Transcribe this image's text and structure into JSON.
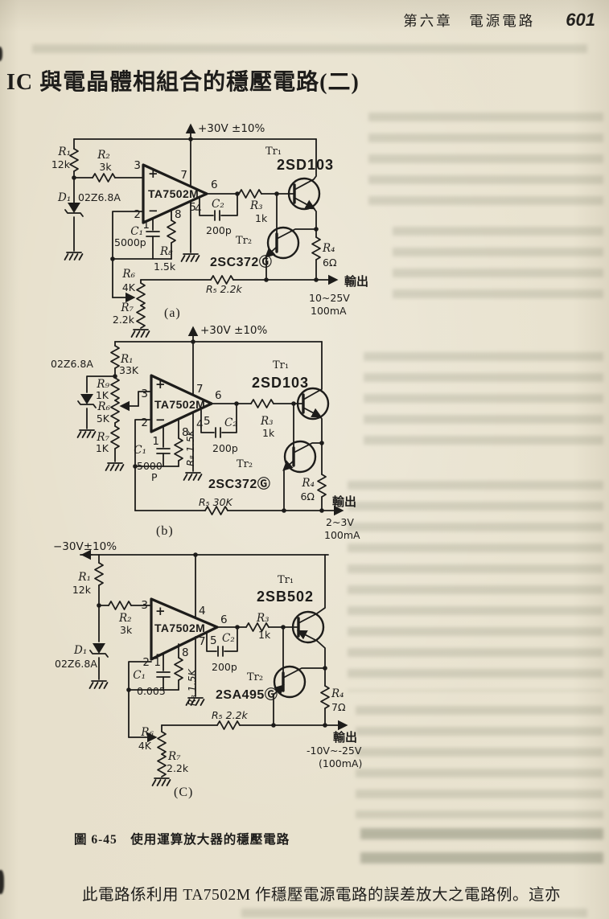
{
  "page": {
    "header_chapter": "第六章　電源電路",
    "header_page": "601",
    "title": "IC 與電晶體相組合的穩壓電路(二)",
    "caption": "圖 6-45　使用運算放大器的穩壓電路",
    "body": "此電路係利用 TA7502M 作穩壓電源電路的誤差放大之電路例。這亦"
  },
  "shared": {
    "opamp": "TA7502M",
    "plus": "+",
    "minus": "−"
  },
  "pins": {
    "p1": "1",
    "p2": "2",
    "p3": "3",
    "p4": "4",
    "p5": "5",
    "p6": "6",
    "p7": "7",
    "p8": "8"
  },
  "a": {
    "supply": "+30V ±10%",
    "tag": "(a)",
    "r1": "R₁",
    "r1v": "12k",
    "r2": "R₂",
    "r2v": "3k",
    "r3": "R₃",
    "r3v": "1k",
    "r4": "R₄",
    "r4v": "6Ω",
    "r5": "R₅ 2.2k",
    "r6": "R₆",
    "r6v": "4K",
    "r7": "R₇",
    "r7v": "2.2k",
    "r8": "R₈",
    "r8v": "1.5k",
    "c1": "C₁",
    "c1v": "5000p",
    "c2": "C₂",
    "c2v": "200p",
    "d1": "D₁",
    "d1v": "02Z6.8A",
    "tr1": "Tr₁",
    "tr1t": "2SD103",
    "tr2": "Tr₂",
    "tr2t": "2SC372Ⓖ",
    "out": "輸出",
    "outv": "10~25V",
    "outc": "100mA"
  },
  "b": {
    "supply": "+30V ±10%",
    "tag": "(b)",
    "zener": "02Z6.8A",
    "r1": "R₁",
    "r1v": "33K",
    "r9": "R₉",
    "r9v": "1K",
    "r6": "R₆",
    "r6v": "5K",
    "r7": "R₇",
    "r7v": "1K",
    "r3": "R₃",
    "r3v": "1k",
    "r4": "R₄",
    "r4v": "6Ω",
    "r5": "R₅ 30K",
    "r8": "R₈ 1.5K",
    "c1": "C₁",
    "c1v": "5000",
    "c1u": "P",
    "c2": "C₂",
    "c2v": "200p",
    "tr1": "Tr₁",
    "tr1t": "2SD103",
    "tr2": "Tr₂",
    "tr2t": "2SC372Ⓖ",
    "out": "輸出",
    "outv": "2~3V",
    "outc": "100mA"
  },
  "c": {
    "supply": "−30V±10%",
    "tag": "(C)",
    "r1": "R₁",
    "r1v": "12k",
    "r2": "R₂",
    "r2v": "3k",
    "r3": "R₃",
    "r3v": "1k",
    "r4": "R₄",
    "r4v": "7Ω",
    "r5": "R₅ 2.2k",
    "r6": "R₆",
    "r6v": "4K",
    "r7": "R₇",
    "r7v": "2.2k",
    "r8": "R₈ 1.5K",
    "c1": "C₁",
    "c1v": "0.005",
    "c2": "C₂",
    "c2v": "200p",
    "d1": "D₁",
    "d1v": "02Z6.8A",
    "tr1": "Tr₁",
    "tr1t": "2SB502",
    "tr2": "Tr₂",
    "tr2t": "2SA495Ⓖ",
    "out": "輸出",
    "outv": "-10V~-25V",
    "outc": "(100mA)"
  }
}
